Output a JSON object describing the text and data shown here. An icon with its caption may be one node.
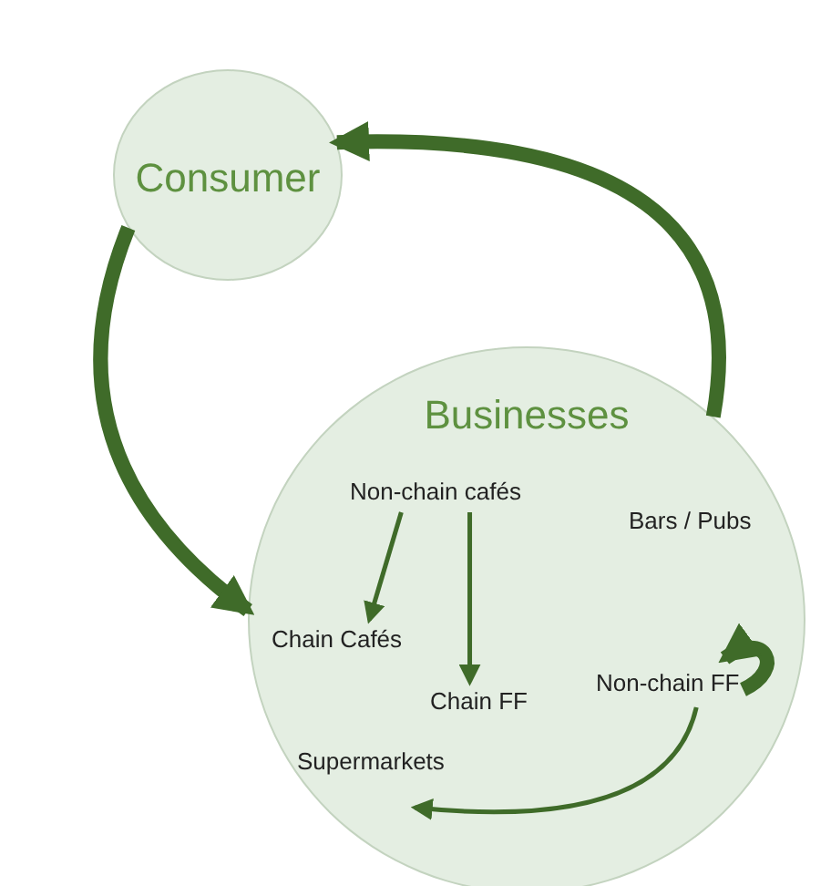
{
  "diagram": {
    "nodes": [
      {
        "text": [
          "Consumer"
        ]
      },
      {
        "text": [
          "Businesses"
        ]
      },
      {
        "text": [
          "Non-chain cafés"
        ],
        "in": 1
      },
      {
        "text": [
          "Bars / Pubs"
        ],
        "in": 1
      },
      {
        "text": [
          "Chain Cafés"
        ],
        "in": 1
      },
      {
        "text": [
          "Chain FF"
        ],
        "in": 1
      },
      {
        "text": [
          "Non-chain FF"
        ],
        "in": 1
      },
      {
        "text": [
          "Supermarkets"
        ],
        "in": 1
      }
    ],
    "edges": [
      {
        "from": 0,
        "to": 1,
        "arrow": "to",
        "style": "thick"
      },
      {
        "from": 1,
        "to": 0,
        "arrow": "to",
        "style": "thick"
      },
      {
        "from": 2,
        "to": 4,
        "arrow": "to"
      },
      {
        "from": 2,
        "to": 5,
        "arrow": "to"
      },
      {
        "from": 6,
        "to": 6,
        "arrow": "to",
        "style": "thick"
      },
      {
        "from": 6,
        "to": 7,
        "arrow": "to"
      }
    ]
  }
}
